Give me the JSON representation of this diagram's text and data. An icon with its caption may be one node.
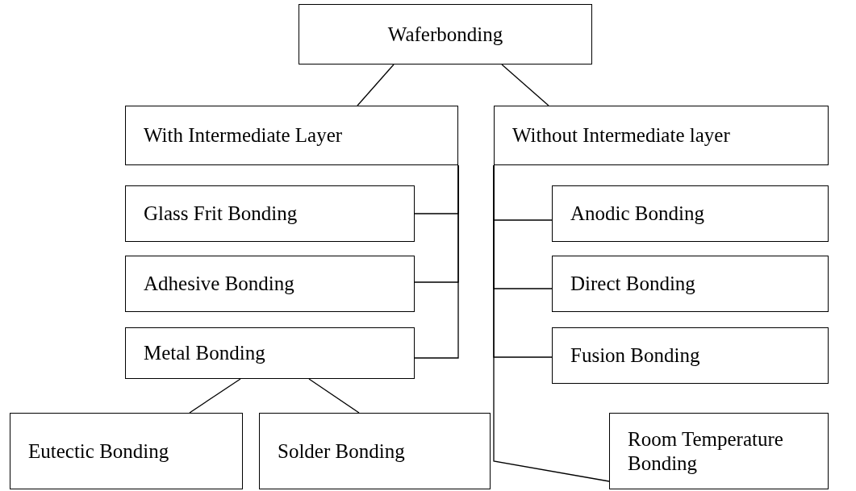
{
  "diagram": {
    "nodes": [
      {
        "text": [
          "Waferbonding"
        ]
      },
      {
        "text": [
          "With Intermediate Layer"
        ]
      },
      {
        "text": [
          "Glass Frit Bonding"
        ]
      },
      {
        "text": [
          "Adhesive Bonding"
        ]
      },
      {
        "text": [
          "Metal Bonding"
        ]
      },
      {
        "text": [
          "Without Intermediate layer"
        ]
      },
      {
        "text": [
          "Anodic Bonding"
        ]
      },
      {
        "text": [
          "Direct Bonding"
        ]
      },
      {
        "text": [
          "Fusion Bonding"
        ]
      },
      {
        "text": [
          "Room Temperature Bonding"
        ]
      },
      {
        "text": [
          "Eutectic Bonding"
        ]
      },
      {
        "text": [
          "Solder Bonding"
        ]
      }
    ],
    "edges": [
      {
        "from": 0,
        "to": 1,
        "arrow": "none"
      },
      {
        "from": 0,
        "to": 5,
        "arrow": "none"
      },
      {
        "from": 1,
        "to": 2,
        "arrow": "none"
      },
      {
        "from": 1,
        "to": 3,
        "arrow": "none"
      },
      {
        "from": 1,
        "to": 4,
        "arrow": "none"
      },
      {
        "from": 5,
        "to": 6,
        "arrow": "none"
      },
      {
        "from": 5,
        "to": 7,
        "arrow": "none"
      },
      {
        "from": 5,
        "to": 8,
        "arrow": "none"
      },
      {
        "from": 5,
        "to": 9,
        "arrow": "none"
      },
      {
        "from": 4,
        "to": 10,
        "arrow": "none"
      },
      {
        "from": 4,
        "to": 11,
        "arrow": "none"
      }
    ]
  }
}
